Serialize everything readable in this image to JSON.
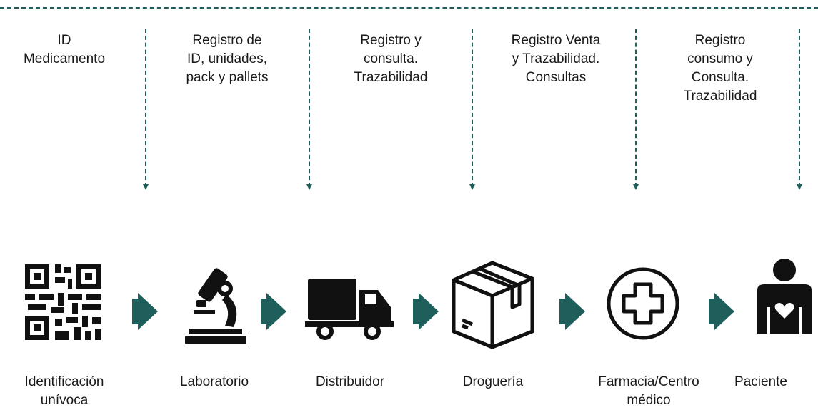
{
  "colors": {
    "accent": "#1f5f5b",
    "icon": "#111111"
  },
  "stages": [
    {
      "info": "ID\nMedicamento",
      "label": "Identificación\nunívoca",
      "icon": "qr-code-icon"
    },
    {
      "info": "Registro de\nID, unidades,\npack y pallets",
      "label": "Laboratorio",
      "icon": "microscope-icon"
    },
    {
      "info": "Registro y\nconsulta.\nTrazabilidad",
      "label": "Distribuidor",
      "icon": "truck-icon"
    },
    {
      "info": "Registro Venta\ny Trazabilidad.\nConsultas",
      "label": "Droguería",
      "icon": "box-icon"
    },
    {
      "info": "Registro\nconsumo y\nConsulta.\nTrazabilidad",
      "label": "Farmacia/Centro\nmédico",
      "icon": "medical-cross-icon"
    },
    {
      "info": "",
      "label": "Paciente",
      "icon": "patient-icon"
    }
  ]
}
